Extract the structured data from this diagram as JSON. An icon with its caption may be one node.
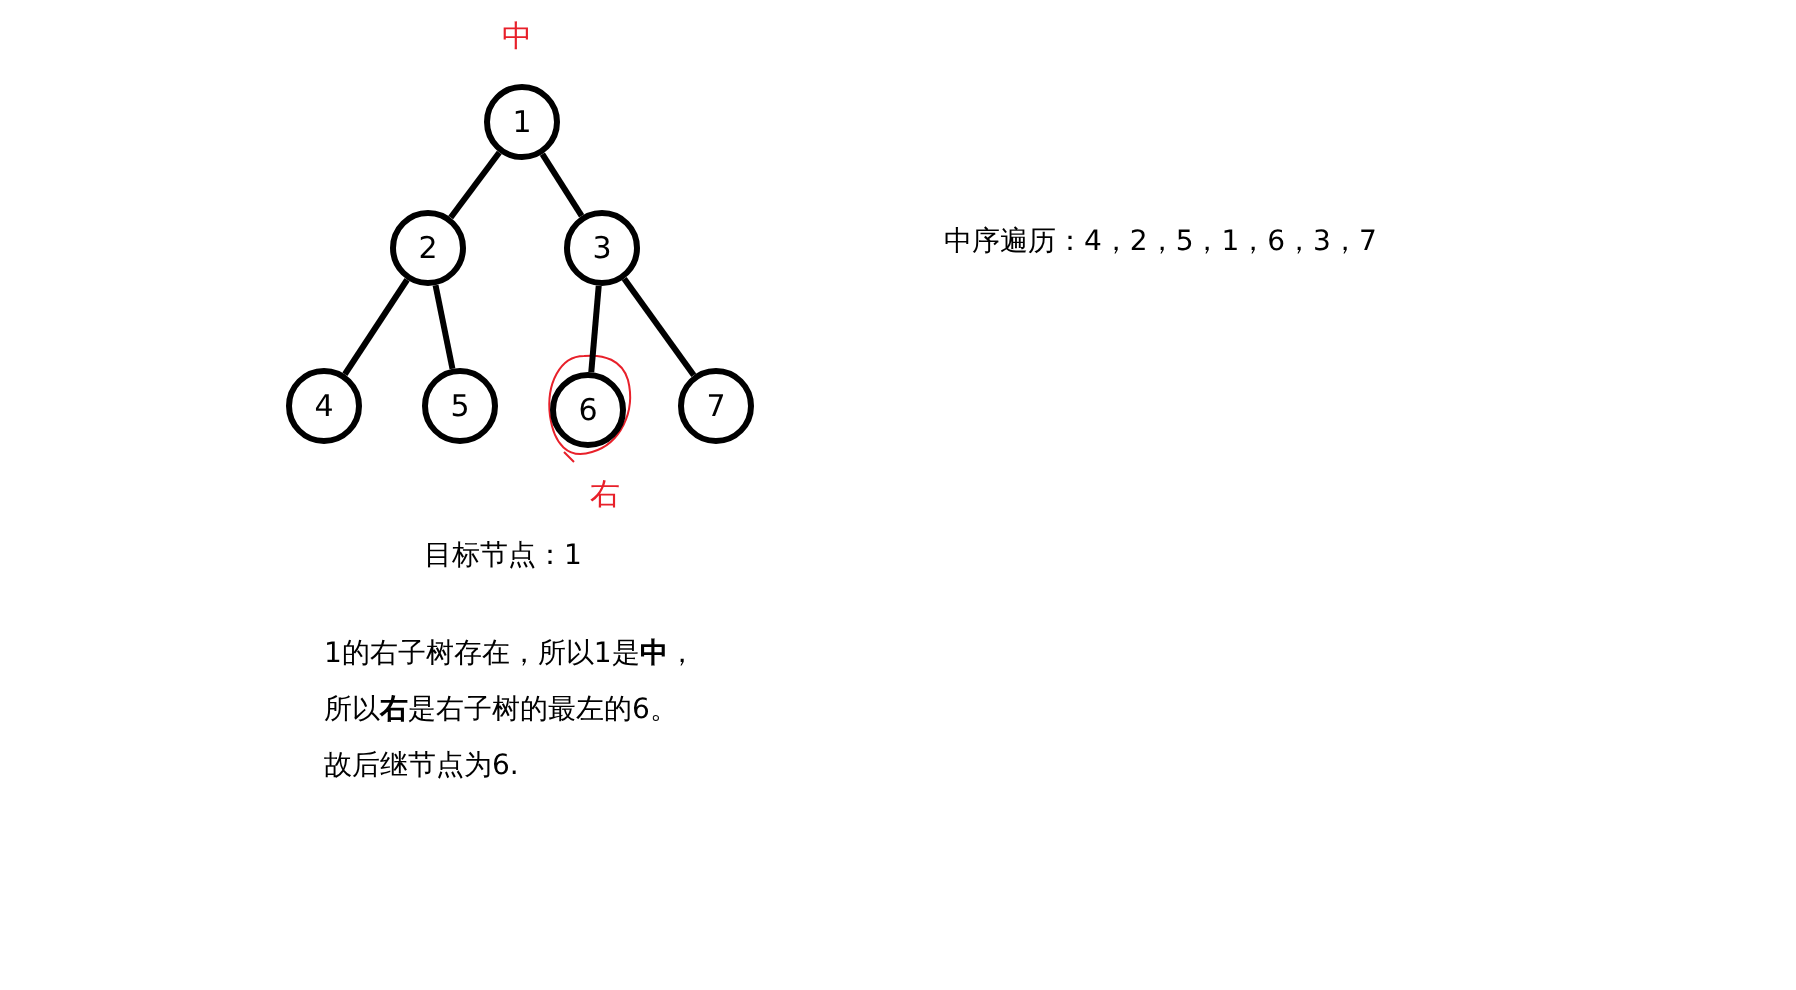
{
  "diagram": {
    "nodes": [
      {
        "text": [
          "1"
        ]
      },
      {
        "text": [
          "2"
        ]
      },
      {
        "text": [
          "3"
        ]
      },
      {
        "text": [
          "4"
        ]
      },
      {
        "text": [
          "5"
        ]
      },
      {
        "text": [
          "6"
        ]
      },
      {
        "text": [
          "7"
        ]
      }
    ],
    "edges": [
      {
        "from": 0,
        "to": 1,
        "arrow": "none"
      },
      {
        "from": 0,
        "to": 2,
        "arrow": "none"
      },
      {
        "from": 1,
        "to": 3,
        "arrow": "none"
      },
      {
        "from": 1,
        "to": 4,
        "arrow": "none"
      },
      {
        "from": 2,
        "to": 5,
        "arrow": "none"
      },
      {
        "from": 2,
        "to": 6,
        "arrow": "none"
      }
    ],
    "labels": [
      "中",
      "中序遍历：4，2，5，1，6，3，7",
      "右",
      "目标节点：1",
      "1的右子树存在，所以1是**中**，",
      "所以**右**是右子树的最左的6。",
      "故后继节点为6."
    ]
  }
}
